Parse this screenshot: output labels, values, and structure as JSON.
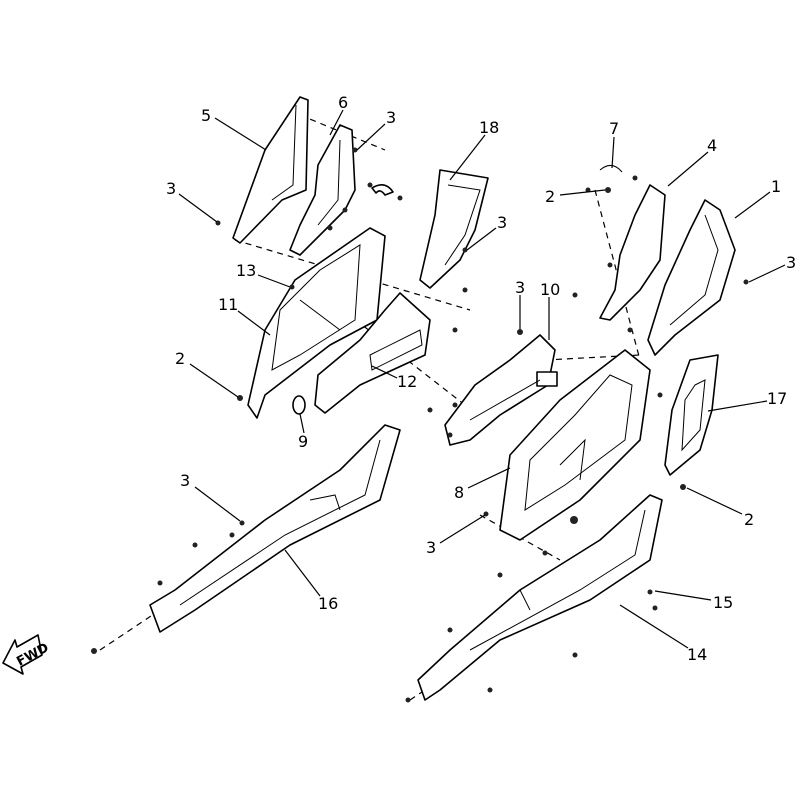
{
  "diagram": {
    "type": "exploded-parts-view",
    "direction_indicator": "FWD",
    "callouts": [
      {
        "label": "5"
      },
      {
        "label": "6"
      },
      {
        "label": "3"
      },
      {
        "label": "18"
      },
      {
        "label": "7"
      },
      {
        "label": "4"
      },
      {
        "label": "3"
      },
      {
        "label": "1"
      },
      {
        "label": "2"
      },
      {
        "label": "3"
      },
      {
        "label": "3"
      },
      {
        "label": "13"
      },
      {
        "label": "3"
      },
      {
        "label": "10"
      },
      {
        "label": "11"
      },
      {
        "label": "2"
      },
      {
        "label": "12"
      },
      {
        "label": "9"
      },
      {
        "label": "17"
      },
      {
        "label": "3"
      },
      {
        "label": "8"
      },
      {
        "label": "2"
      },
      {
        "label": "3"
      },
      {
        "label": "15"
      },
      {
        "label": "16"
      },
      {
        "label": "14"
      }
    ]
  }
}
